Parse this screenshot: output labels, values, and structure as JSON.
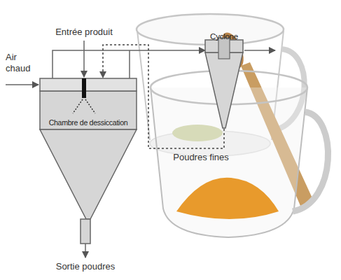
{
  "diagram": {
    "nodes": [
      {
        "text": [
          "Chambre de dessiccation"
        ]
      },
      {
        "text": [
          "Cyclone"
        ]
      }
    ],
    "edges": [
      {
        "from": 0,
        "to": 1,
        "arrow": "to"
      },
      {
        "from": 1,
        "to": 0,
        "arrow": "to"
      }
    ],
    "labels": [
      "Air chaud",
      "Entrée produit",
      "Poudres fines",
      "Sortie poudres"
    ]
  }
}
